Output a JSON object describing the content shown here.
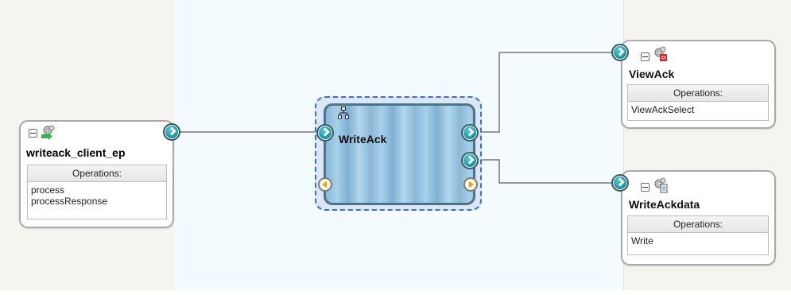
{
  "composite": {
    "components": [
      {
        "id": "writeack_client_ep",
        "title": "writeack_client_ep",
        "operations_header": "Operations:",
        "operations": [
          "process",
          "processResponse"
        ],
        "icon": "gear-with-green-arrow-icon"
      },
      {
        "id": "writeack",
        "title": "WriteAck",
        "icon": "mediator-tree-icon"
      },
      {
        "id": "viewack",
        "title": "ViewAck",
        "operations_header": "Operations:",
        "operations": [
          "ViewAckSelect"
        ],
        "icon": "gear-with-db-icon"
      },
      {
        "id": "writeackdata",
        "title": "WriteAckdata",
        "operations_header": "Operations:",
        "operations": [
          "Write"
        ],
        "icon": "gear-with-file-icon"
      }
    ]
  },
  "colors": {
    "lane_side": "#f6f4ef",
    "lane_center": "#f3fbfe",
    "port_teal": "#0c8c9a",
    "port_orange": "#f2a000",
    "selection_blue": "#3a6fd8",
    "db_red": "#e02020"
  }
}
